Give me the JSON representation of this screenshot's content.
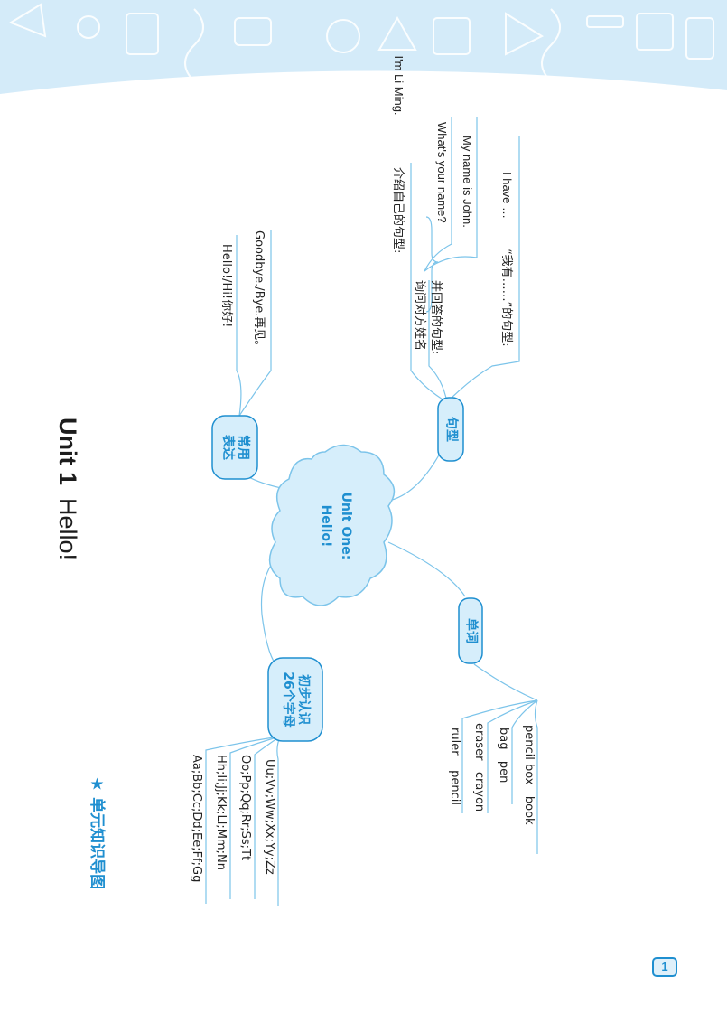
{
  "title": {
    "unit": "Unit 1",
    "name": "Hello!"
  },
  "section_heading": "单元知识导图",
  "center": {
    "line1": "Unit One:",
    "line2": "Hello!"
  },
  "branches": {
    "expressions": {
      "label_1": "常用",
      "label_2": "表达",
      "items": [
        "Hello!/Hi!你好!",
        "Goodbye./Bye.再见。"
      ]
    },
    "sentences": {
      "label": "句型",
      "introduce": {
        "prompt": "介绍自己的句型:",
        "example": "I'm Li Ming."
      },
      "ask_name": {
        "prompt_1": "询问对方姓名",
        "prompt_2": "并回答的句型:",
        "question": "What's your name?",
        "answer": "My name is John."
      },
      "have": {
        "prompt": "“我有……”的句型:",
        "example": "I have …"
      }
    },
    "words": {
      "label": "单词",
      "rows": [
        "ruler    pencil",
        "eraser   crayon",
        "bag   pen",
        "pencil box   book"
      ]
    },
    "letters": {
      "label_1": "初步认识",
      "label_2": "26个字母",
      "rows": [
        "Aa;Bb;Cc;Dd;Ee;Ff;Gg",
        "Hh;Ii;Jj;Kk;Ll;Mm;Nn",
        "Oo;Pp;Qq;Rr;Ss;Tt",
        "Uu;Vv;Ww;Xx;Yy;Zz"
      ]
    }
  },
  "page_number": "1",
  "colors": {
    "accent": "#1f8fd0",
    "light_fill": "#d6eefb",
    "banner": "#cfe9f8",
    "line": "#7cc4ea"
  }
}
